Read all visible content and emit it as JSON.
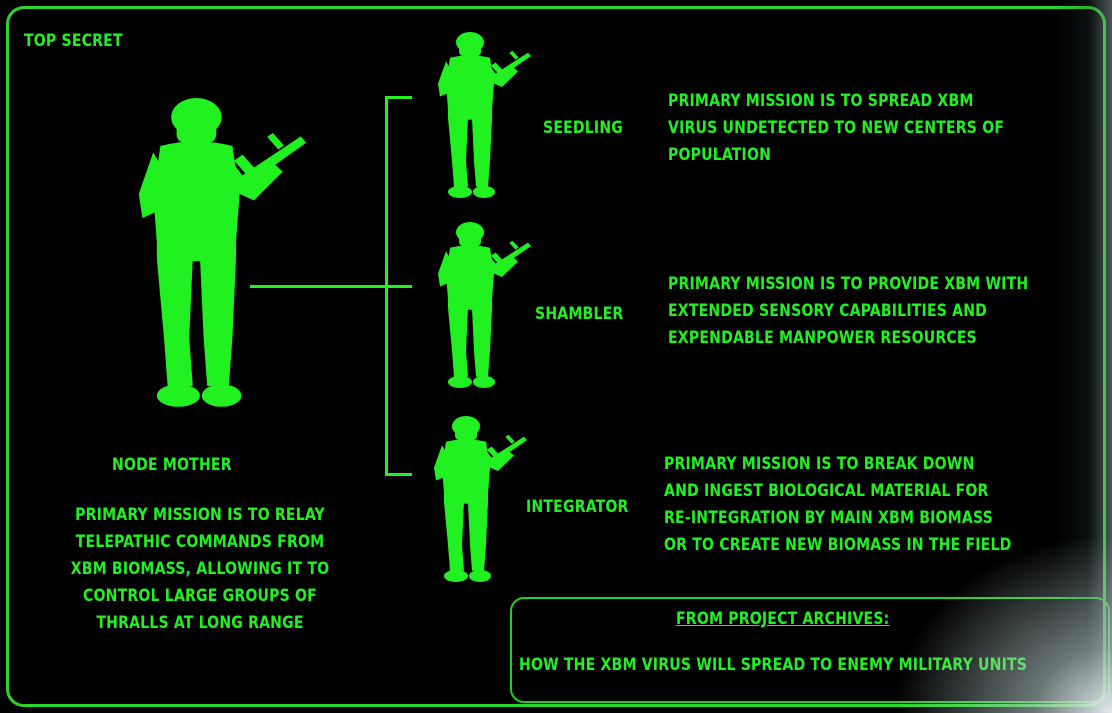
{
  "header": {
    "classification": "TOP SECRET"
  },
  "node_mother": {
    "title": "NODE MOTHER",
    "lines": [
      "PRIMARY MISSION IS TO RELAY",
      "TELEPATHIC COMMANDS FROM",
      "XBM BIOMASS, ALLOWING IT TO",
      "CONTROL LARGE GROUPS OF",
      "THRALLS AT LONG RANGE"
    ]
  },
  "units": [
    {
      "name": "SEEDLING",
      "lines": [
        "PRIMARY MISSION IS TO SPREAD XBM",
        "VIRUS UNDETECTED TO NEW CENTERS OF",
        "POPULATION"
      ]
    },
    {
      "name": "SHAMBLER",
      "lines": [
        "PRIMARY MISSION IS TO PROVIDE XBM WITH",
        "EXTENDED SENSORY CAPABILITIES AND",
        "EXPENDABLE MANPOWER RESOURCES"
      ]
    },
    {
      "name": "INTEGRATOR",
      "lines": [
        "PRIMARY MISSION IS TO BREAK DOWN",
        "AND INGEST BIOLOGICAL MATERIAL FOR",
        "RE-INTEGRATION BY MAIN XBM BIOMASS",
        "OR TO CREATE NEW BIOMASS IN THE FIELD"
      ]
    }
  ],
  "archive": {
    "title": "FROM PROJECT ARCHIVES:",
    "caption": "HOW THE XBM VIRUS WILL SPREAD TO ENEMY MILITARY UNITS"
  },
  "colors": {
    "primary": "#21f021",
    "frame": "#2bd62b",
    "background": "#000000"
  },
  "icons": [
    "soldier-silhouette-icon"
  ]
}
